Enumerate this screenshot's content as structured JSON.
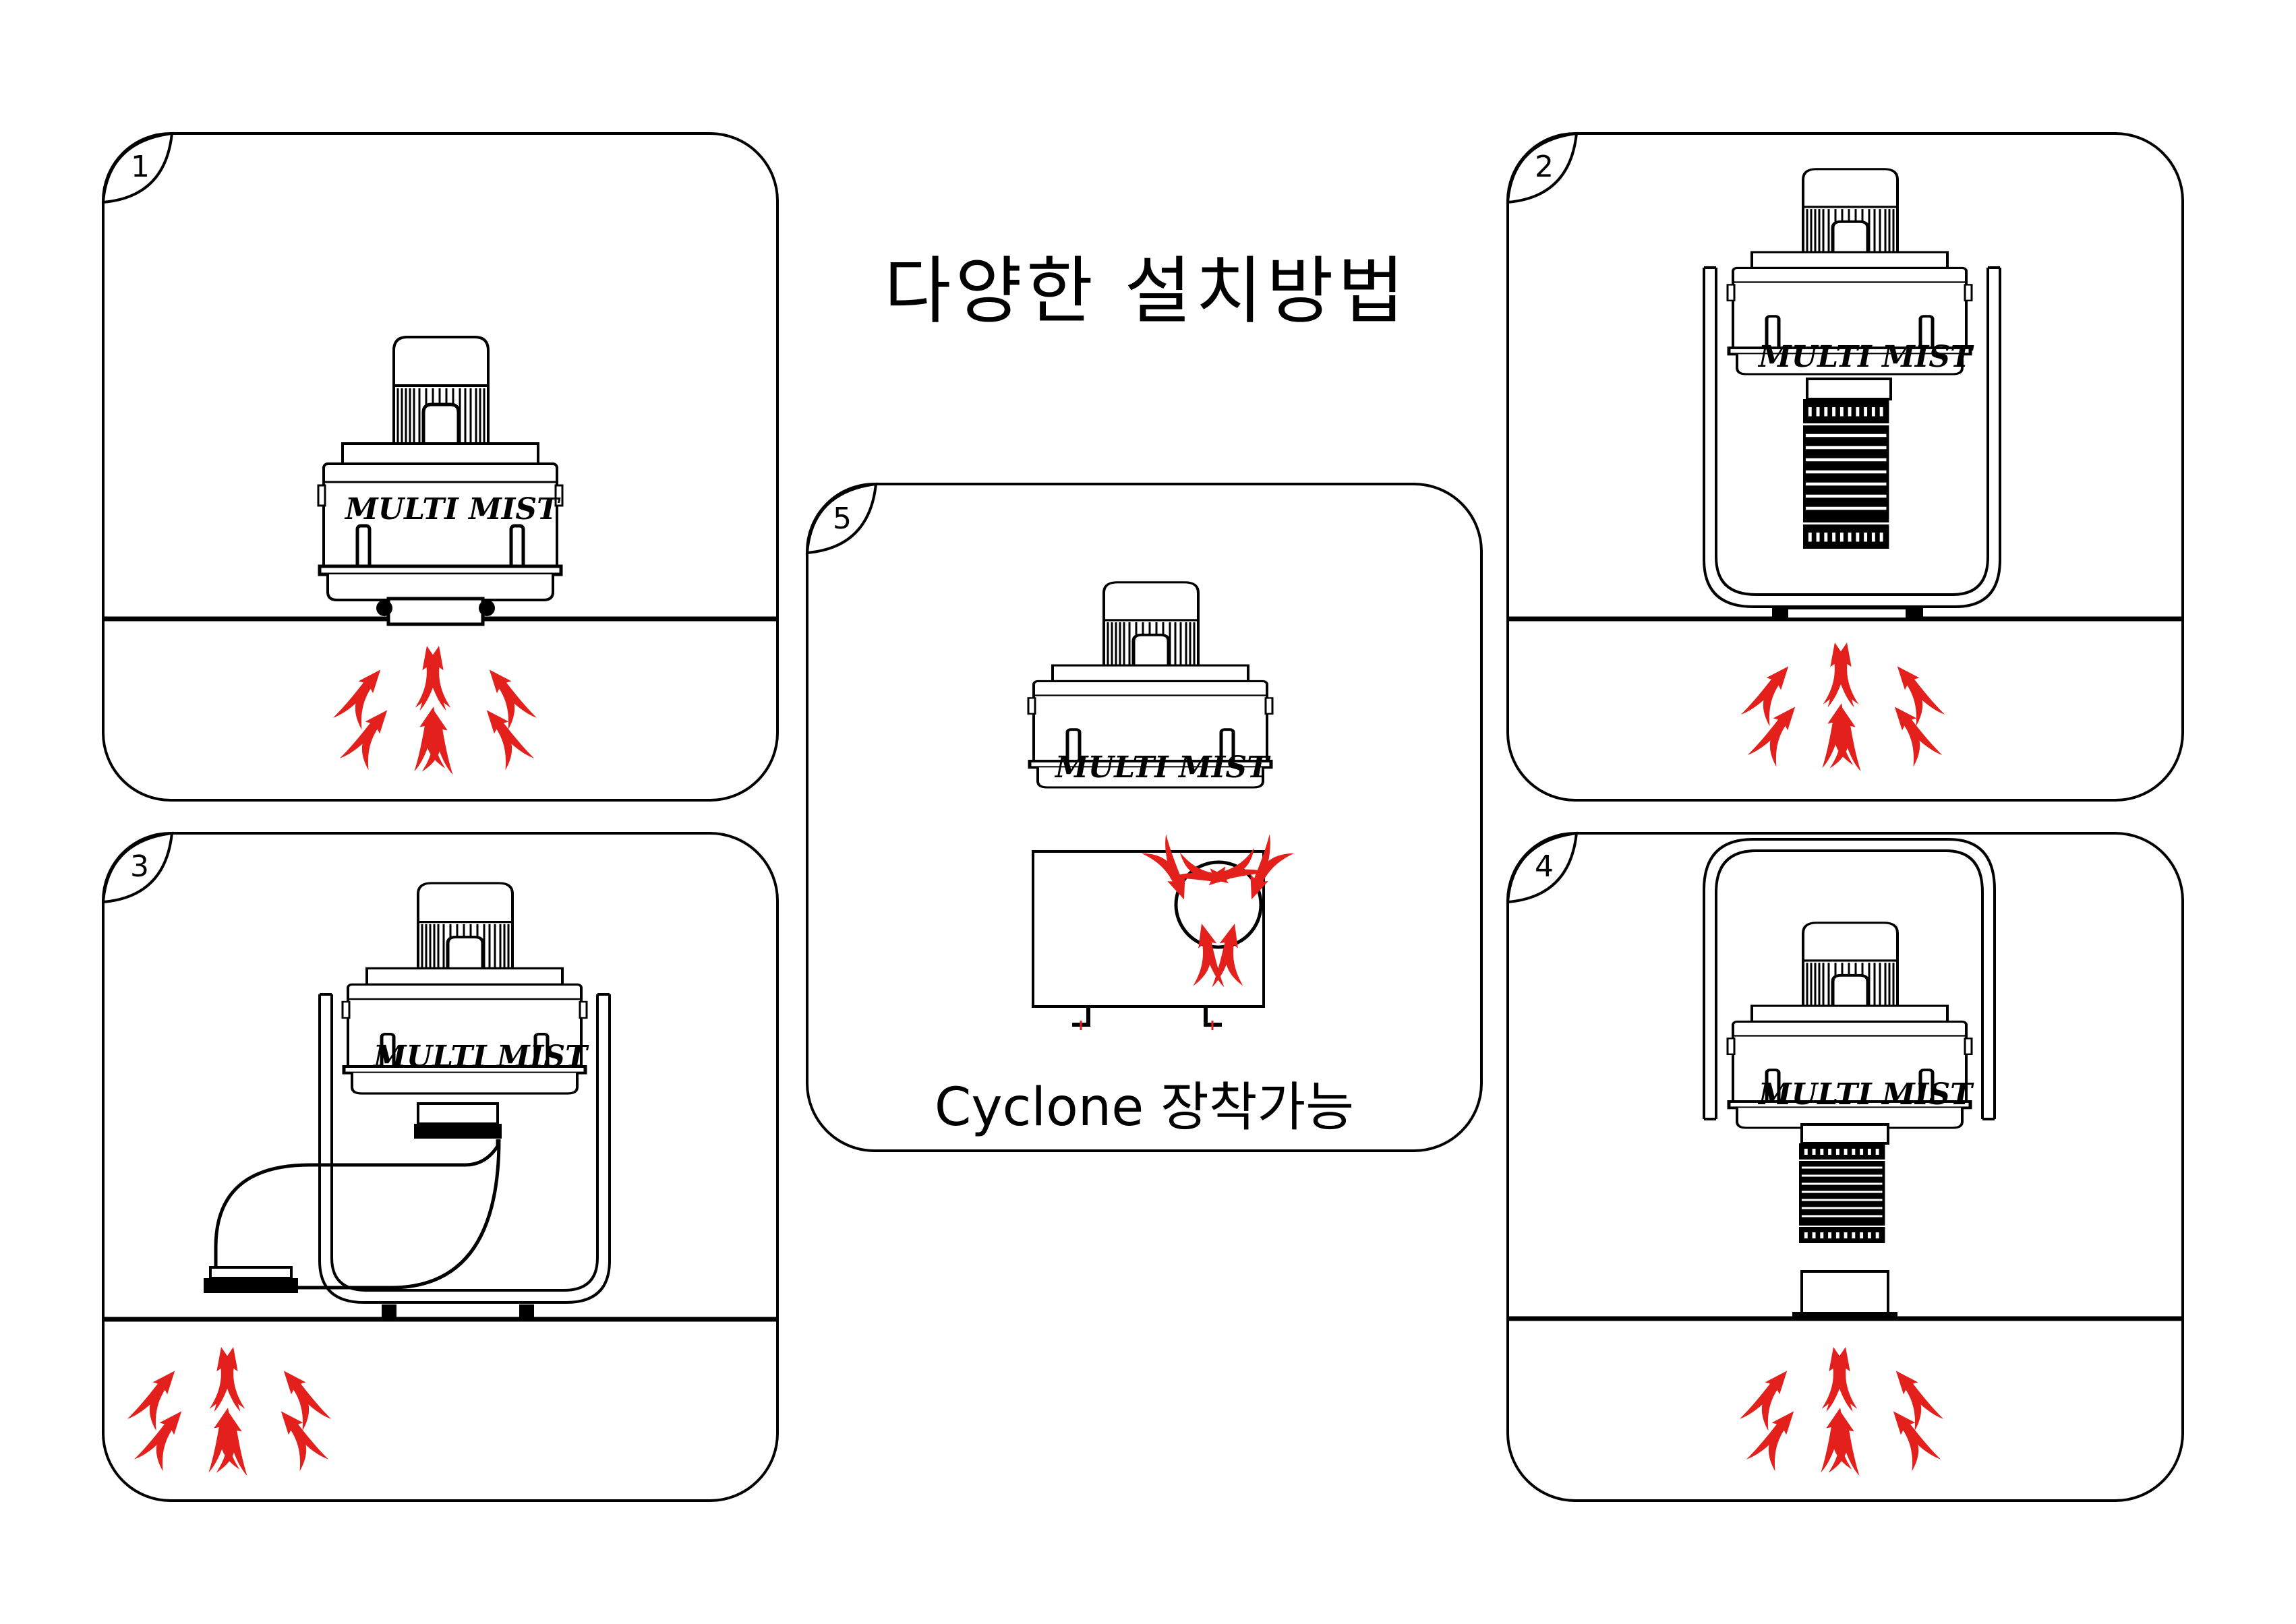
{
  "title": "다양한 설치방법",
  "brand_label": "MULTI MIST",
  "panels": [
    {
      "number": "1",
      "mount": "direct-on-surface"
    },
    {
      "number": "2",
      "mount": "frame-stand-with-duct"
    },
    {
      "number": "3",
      "mount": "frame-stand-with-elbow-duct-offset"
    },
    {
      "number": "4",
      "mount": "overhead-frame-with-duct"
    },
    {
      "number": "5",
      "mount": "cyclone",
      "caption": "Cyclone 장착가능"
    }
  ],
  "colors": {
    "line": "#000000",
    "arrow": "#e3201b",
    "background": "#ffffff"
  },
  "icons": {
    "airflow": "red-airflow-arrow",
    "corner_badge": "leaf-number-badge"
  }
}
